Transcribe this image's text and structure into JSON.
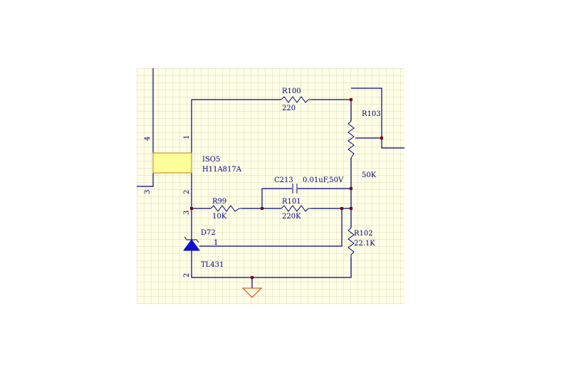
{
  "colors": {
    "background": "#ffffff",
    "sheet": "#ffffe6",
    "grid": "#c8c8b4",
    "wire": "#000080",
    "junction": "#800000",
    "optocoupler_body": "#ffff99",
    "optocoupler_border": "#c08000",
    "diode_fill": "#1010d0",
    "ground": "#d04000"
  },
  "components": {
    "r100": {
      "ref": "R100",
      "value": "220"
    },
    "r103": {
      "ref": "R103",
      "value": "50K"
    },
    "iso5": {
      "ref": "ISO5",
      "value": "H11A817A"
    },
    "c213": {
      "ref": "C213",
      "value": "0.01uF,50V"
    },
    "r99": {
      "ref": "R99",
      "value": "10K"
    },
    "r101": {
      "ref": "R101",
      "value": "220K"
    },
    "r102": {
      "ref": "R102",
      "value": "22.1K"
    },
    "d72": {
      "ref": "D72",
      "value": "TL431"
    }
  },
  "pins": {
    "iso_4": "4",
    "iso_1": "1",
    "iso_3": "3",
    "iso_2": "2",
    "d72_3": "3",
    "d72_1": "1",
    "d72_2": "2"
  },
  "icons": [
    "ground-icon",
    "zener-diode-icon",
    "junction-dot"
  ]
}
